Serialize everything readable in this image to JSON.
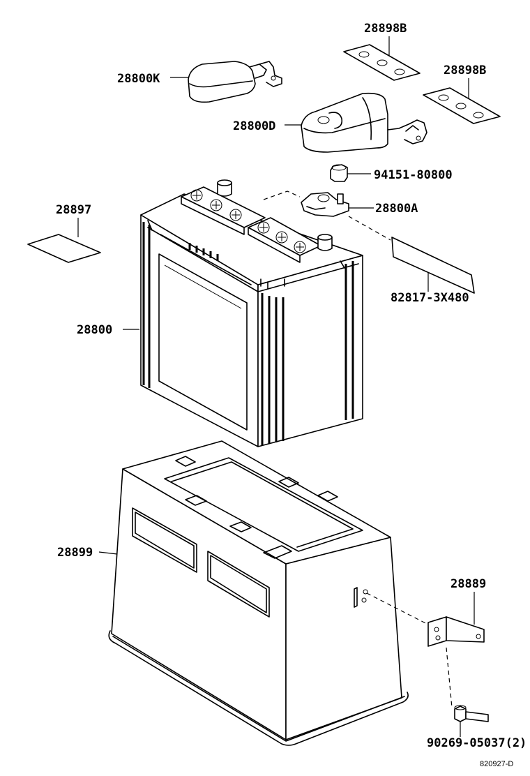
{
  "parts": {
    "p28898b_top": "28898B",
    "p28898b_right": "28898B",
    "p28800k": "28800K",
    "p28800d": "28800D",
    "p94151": "94151-80800",
    "p28897": "28897",
    "p28800a": "28800A",
    "p82817": "82817-3X480",
    "p28800": "28800",
    "p28899": "28899",
    "p28889": "28889",
    "p90269": "90269-05037(2)"
  },
  "reference": "820927-D"
}
